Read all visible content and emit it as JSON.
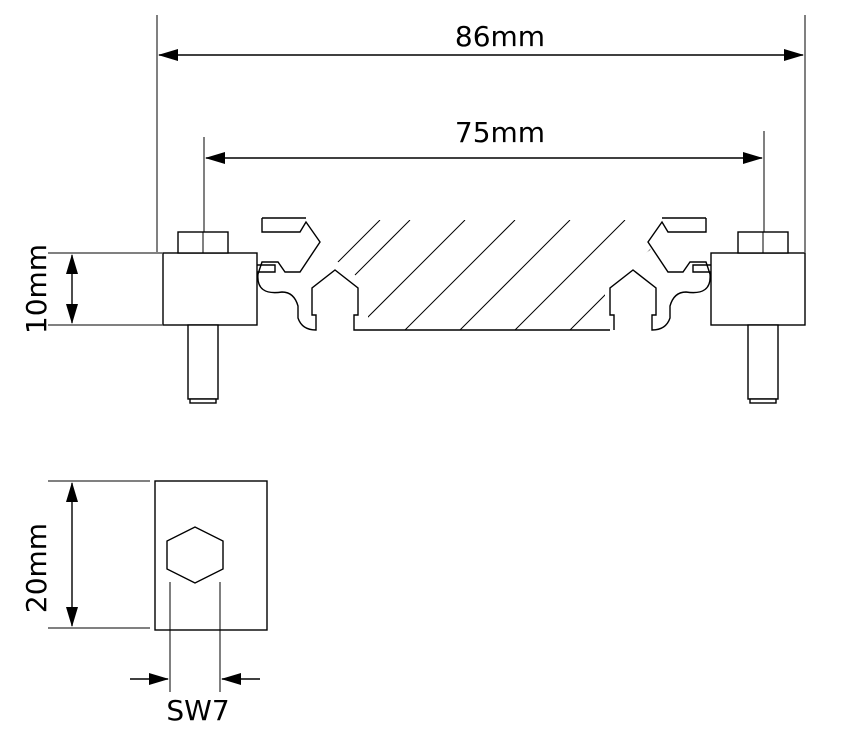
{
  "dimensions": {
    "overall_width": "86mm",
    "inner_width": "75mm",
    "clamp_height": "10mm",
    "clamp_length": "20mm",
    "wrench_size": "SW7"
  },
  "colors": {
    "line": "#000000",
    "background": "#ffffff"
  }
}
